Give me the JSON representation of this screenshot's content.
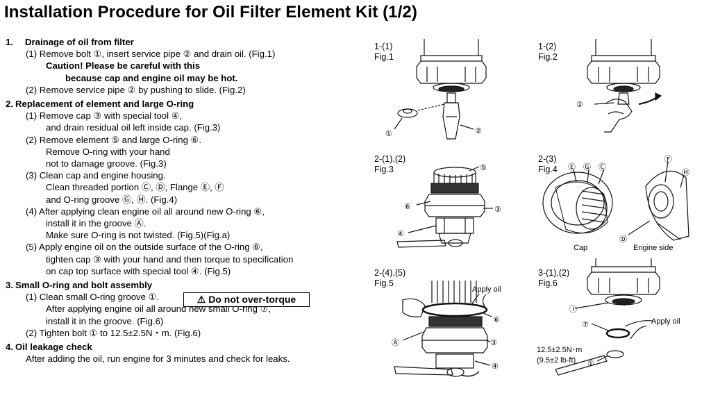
{
  "title": "Installation Procedure for Oil Filter Element Kit (1/2)",
  "sections": [
    {
      "num": "1.",
      "heading": "Drainage of oil from filter",
      "lines": [
        {
          "level": 1,
          "text": "(1) Remove bolt ①, insert service pipe ② and drain oil. (Fig.1)"
        },
        {
          "level": "caution",
          "text": "Caution! Please be careful with this"
        },
        {
          "level": "caution2",
          "text": "because cap and engine oil may be hot."
        },
        {
          "level": 1,
          "text": "(2) Remove service pipe ② by pushing to slide. (Fig.2)"
        }
      ]
    },
    {
      "num": "2.",
      "heading": "Replacement of element and large O-ring",
      "lines": [
        {
          "level": 1,
          "text": "(1) Remove cap ③ with special tool ④,"
        },
        {
          "level": 2,
          "text": "and drain residual oil left inside cap. (Fig.3)"
        },
        {
          "level": 1,
          "text": "(2) Remove element ⑤ and large O-ring ⑥."
        },
        {
          "level": 2,
          "text": "Remove O-ring with your hand"
        },
        {
          "level": 2,
          "text": "not to damage groove. (Fig.3)"
        },
        {
          "level": 1,
          "text": "(3) Clean cap and engine housing."
        },
        {
          "level": 2,
          "text": "Clean threaded portion Ⓒ, Ⓓ, Flange Ⓔ, Ⓕ"
        },
        {
          "level": 2,
          "text": "and O-ring groove Ⓖ, Ⓗ. (Fig.4)"
        },
        {
          "level": 1,
          "text": "(4) After applying clean engine oil all around new O-ring ⑥,"
        },
        {
          "level": 2,
          "text": "install it in the groove Ⓐ."
        },
        {
          "level": 2,
          "text": "Make sure O-ring is not twisted. (Fig.5)(Fig.a)"
        },
        {
          "level": 1,
          "text": "(5) Apply engine oil on the outside surface of the O-ring ⑥,"
        },
        {
          "level": 2,
          "text": "tighten cap ③ with your hand and then torque to specification"
        },
        {
          "level": 2,
          "text": "on cap top surface with special tool ④. (Fig.5)"
        }
      ]
    },
    {
      "num": "3.",
      "heading": "Small O-ring and bolt assembly",
      "lines": [
        {
          "level": 1,
          "text": "(1) Clean small O-ring groove ①."
        },
        {
          "level": 2,
          "text": "After applying engine oil all around new small O-ring ⑦,"
        },
        {
          "level": 2,
          "text": "install it in the groove. (Fig.6)"
        },
        {
          "level": 1,
          "text": "(2) Tighten bolt ① to 12.5±2.5N・m. (Fig.6)"
        }
      ]
    },
    {
      "num": "4.",
      "heading": "Oil leakage check",
      "lines": [
        {
          "level": 1,
          "text": "After adding the oil, run engine for 3 minutes and check for leaks."
        }
      ]
    }
  ],
  "warning": "⚠ Do not over-torque",
  "figures": {
    "fig1": {
      "step": "1-(1)",
      "name": "Fig.1",
      "c1": "①",
      "c2": "②"
    },
    "fig2": {
      "step": "1-(2)",
      "name": "Fig.2",
      "c2": "②"
    },
    "fig3": {
      "step": "2-(1),(2)",
      "name": "Fig.3",
      "c5": "⑤",
      "c6": "⑥",
      "c3": "③",
      "c4": "④"
    },
    "fig4": {
      "step": "2-(3)",
      "name": "Fig.4",
      "cE": "Ⓔ",
      "cG": "Ⓖ",
      "cC": "Ⓒ",
      "cF": "Ⓕ",
      "cH": "Ⓗ",
      "cD": "Ⓓ",
      "cap": "Cap",
      "engine": "Engine side"
    },
    "fig5": {
      "step": "2-(4),(5)",
      "name": "Fig.5",
      "apply": "Apply oil",
      "c6": "⑥",
      "cA": "Ⓐ",
      "c3": "③",
      "c4": "④"
    },
    "fig6": {
      "step": "3-(1),(2)",
      "name": "Fig.6",
      "cI": "Ⓘ",
      "c7": "⑦",
      "apply": "Apply oil",
      "torque1": "12.5±2.5N･m",
      "torque2": "(9.5±2 lb-ft)",
      "c1": "①"
    }
  }
}
